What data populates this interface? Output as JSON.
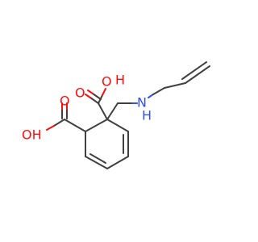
{
  "molecule": {
    "labels": {
      "oh_left": "OH",
      "o_left": "O",
      "o_center": "O",
      "oh_top_h": "H",
      "oh_top_o": "O",
      "nh_n": "N",
      "nh_h": "H"
    },
    "colors": {
      "carbon": "#404040",
      "oxygen": "#ff0d0d",
      "nitrogen": "#3050f8",
      "background": "#ffffff"
    }
  }
}
